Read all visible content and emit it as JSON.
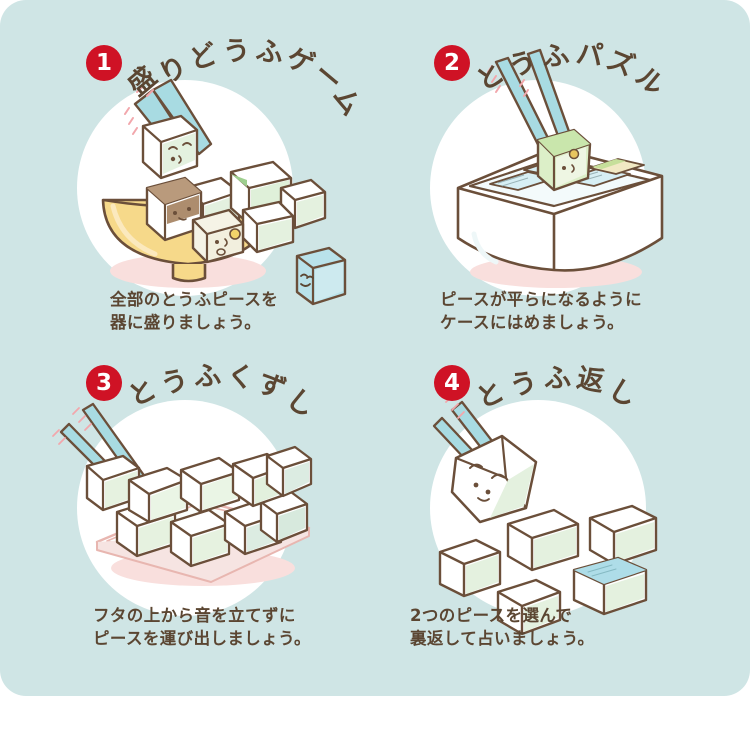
{
  "page": {
    "background_color": "#cfe5e5",
    "card_color": "#ffffff",
    "ink_color": "#5b4632",
    "badge_color": "#cf1225",
    "shadow_pink": "#f7dcd9",
    "tofu_fill": "#ffffff",
    "tofu_shade": "#e2f0dd",
    "tofu_blue": "#b9e2ea",
    "bowl_color": "#f6d98a",
    "chopstick_color": "#a8dbe2"
  },
  "panels": [
    {
      "number": "1",
      "title": "盛りどうふゲーム",
      "title_chars": [
        "盛",
        "り",
        "ど",
        "う",
        "ふ",
        "ゲ",
        "ー",
        "ム"
      ],
      "caption": "全部のとうふピースを\n器に盛りましょう。",
      "scene": "bowl-with-tofu-pieces-and-chopsticks",
      "elements": [
        "yellow-bowl",
        "tofu-cube-stack",
        "chopsticks",
        "blue-tofu-character"
      ]
    },
    {
      "number": "2",
      "title": "とうふパズル",
      "title_chars": [
        "と",
        "う",
        "ふ",
        "パ",
        "ズ",
        "ル"
      ],
      "caption": "ピースが平らになるように\nケースにはめましょう。",
      "scene": "tofu-case-puzzle-with-chopsticks",
      "elements": [
        "white-case",
        "case-compartments",
        "chopsticks",
        "green-tofu-piece"
      ]
    },
    {
      "number": "3",
      "title": "とうふくずし",
      "title_chars": [
        "と",
        "う",
        "ふ",
        "く",
        "ず",
        "し"
      ],
      "caption": "フタの上から音を立てずに\nピースを運び出しましょう。",
      "scene": "stacked-tofu-tower-on-tray",
      "elements": [
        "tray",
        "tofu-cube-tower",
        "chopsticks",
        "removed-tofu-cube"
      ]
    },
    {
      "number": "4",
      "title": "とうふ返し",
      "title_chars": [
        "と",
        "う",
        "ふ",
        "返",
        "し"
      ],
      "caption": "2つのピースを選んで\n裏返して占いましょう。",
      "scene": "scattered-tofu-pieces-fortune",
      "elements": [
        "chopsticks",
        "tofu-face-piece",
        "tofu-cube-scatter",
        "blue-topped-cube"
      ]
    }
  ]
}
